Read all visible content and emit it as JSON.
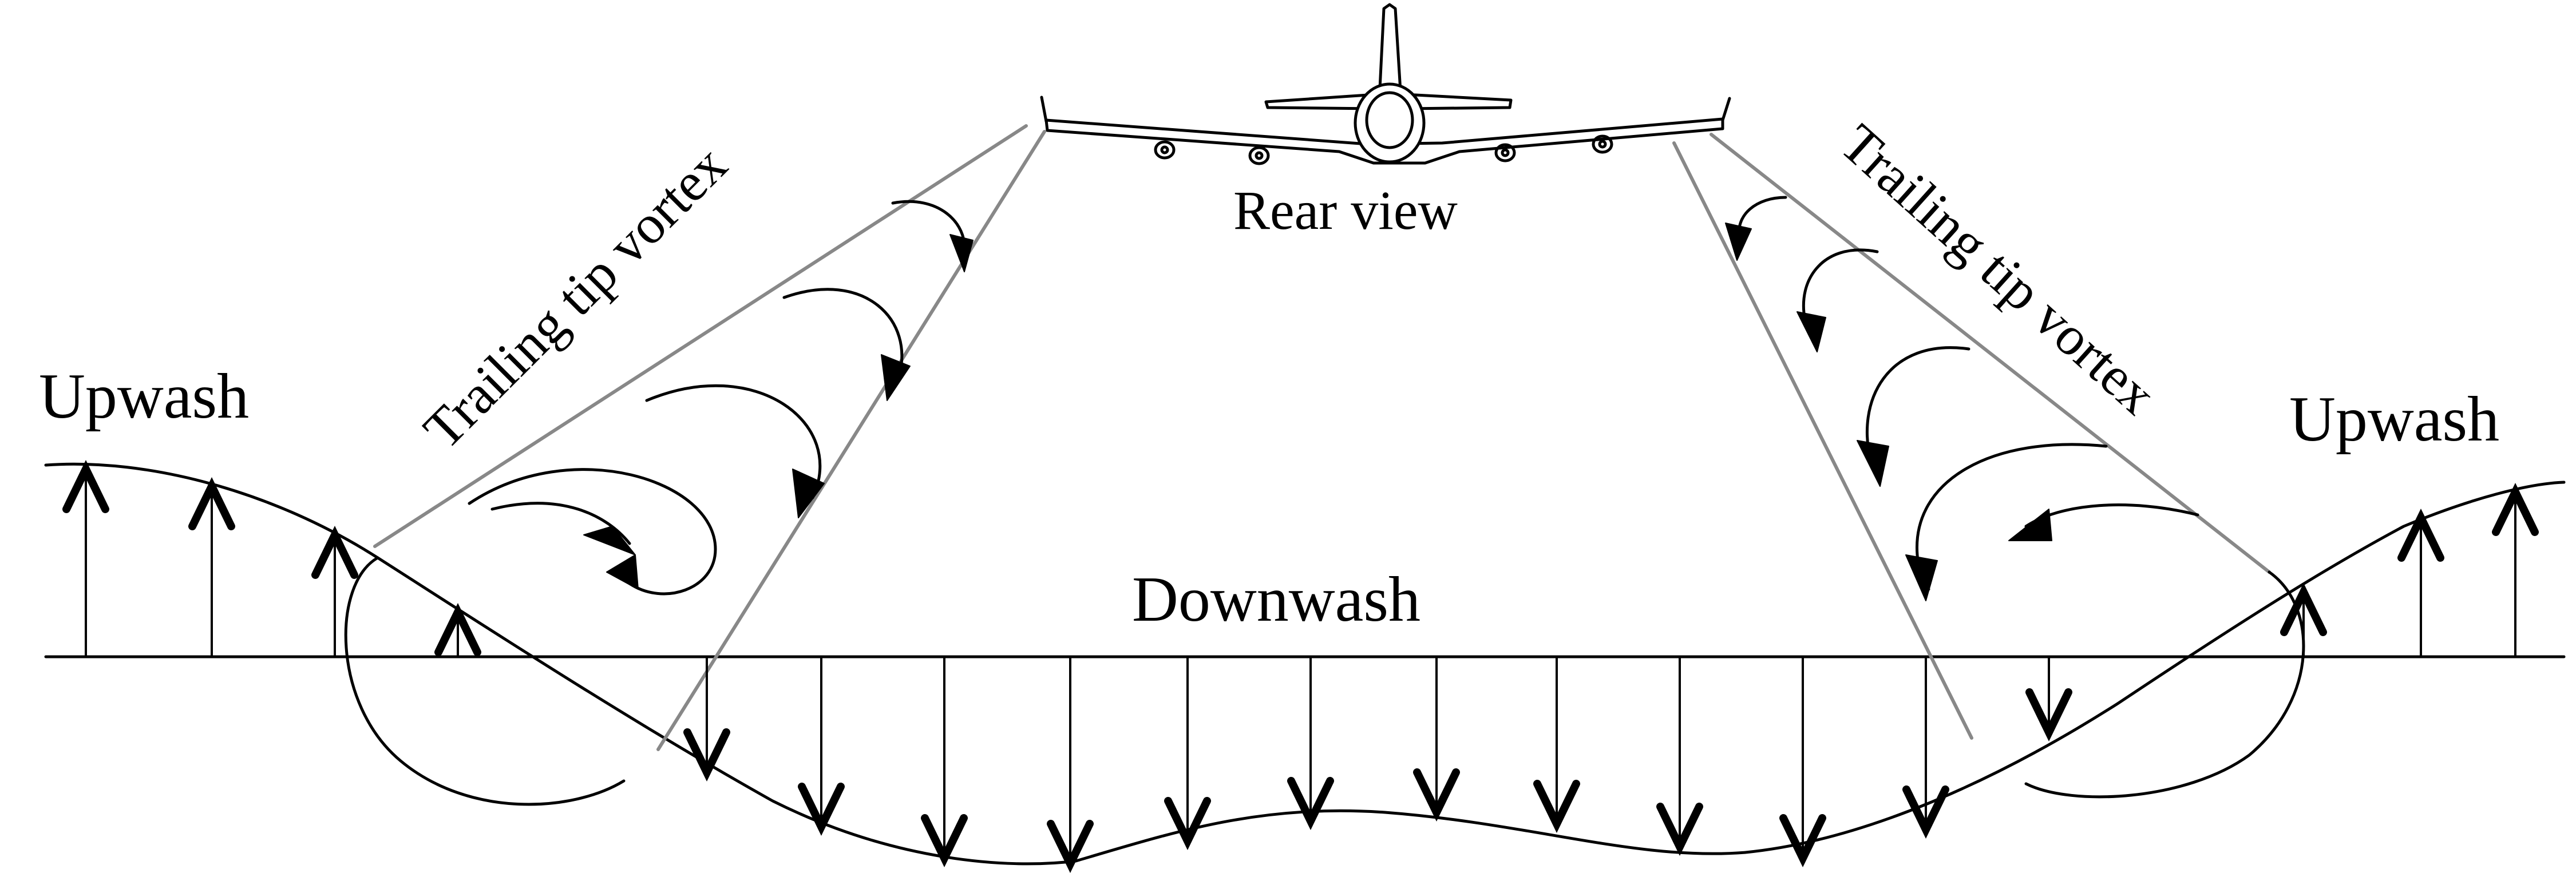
{
  "labels": {
    "upwash_left": "Upwash",
    "upwash_right": "Upwash",
    "downwash": "Downwash",
    "rear_view": "Rear view",
    "vortex_left": "Trailing tip vortex",
    "vortex_right": "Trailing tip vortex"
  },
  "icons": {
    "aircraft": "aircraft-rear-view-icon",
    "vortex": "curved-arrow-icon",
    "flow": "vertical-arrow-icon"
  },
  "colors": {
    "ink": "#000000",
    "guide_lines": "#888888",
    "background": "#ffffff"
  }
}
